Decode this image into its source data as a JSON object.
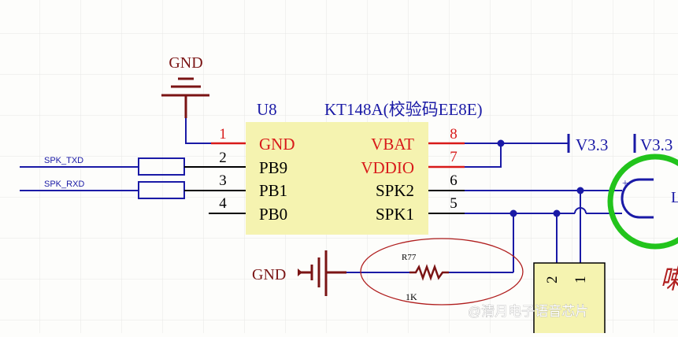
{
  "colors": {
    "grid": "#e6e6e6",
    "wire": "#1a1aa6",
    "pin": "#000000",
    "power_pin": "#d81a1a",
    "gnd_symbol": "#7a1414",
    "label": "#7a1414",
    "chip_fill": "#f5f3b0",
    "net_label": "#1a1aa6",
    "connector_fill": "#f5f3b0",
    "highlight_green": "#22c41c",
    "highlight_red": "#b01e1e",
    "speaker": "#1a1aa6"
  },
  "chip": {
    "ref": "U8",
    "part": "KT148A(校验码EE8E)",
    "pins_left": [
      {
        "num": "1",
        "name": "GND",
        "power": true
      },
      {
        "num": "2",
        "name": "PB9",
        "power": false
      },
      {
        "num": "3",
        "name": "PB1",
        "power": false
      },
      {
        "num": "4",
        "name": "PB0",
        "power": false
      }
    ],
    "pins_right": [
      {
        "num": "8",
        "name": "VBAT",
        "power": true
      },
      {
        "num": "7",
        "name": "VDDIO",
        "power": true
      },
      {
        "num": "6",
        "name": "SPK2",
        "power": false
      },
      {
        "num": "5",
        "name": "SPK1",
        "power": false
      }
    ]
  },
  "nets": {
    "gnd_top": "GND",
    "gnd_left": "GND",
    "vcc1": "V3.3",
    "vcc2": "V3.3",
    "spk_txd": "SPK_TXD",
    "spk_rxd": "SPK_RXD"
  },
  "resistor": {
    "ref": "R77",
    "value": "1K"
  },
  "connector": {
    "pins": [
      "2",
      "1"
    ]
  },
  "speaker": {
    "plus": "+",
    "label_partial": "L"
  },
  "annotation_char": "喇",
  "watermark": "@清月电子语音芯片"
}
